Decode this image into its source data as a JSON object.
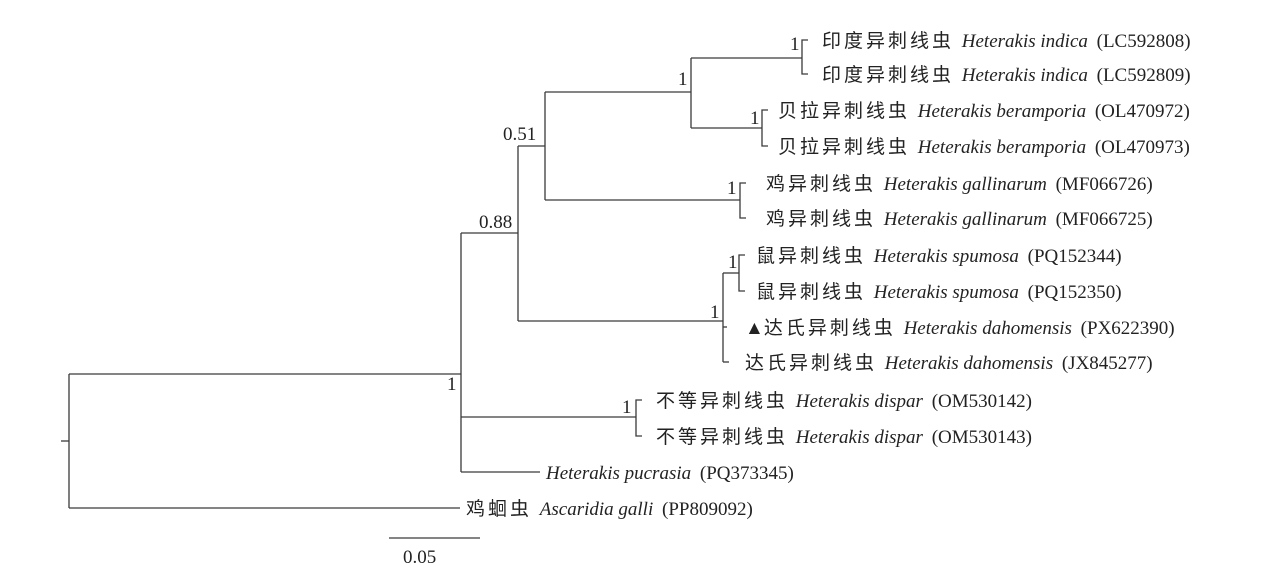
{
  "leaves": [
    {
      "marker": "",
      "cn": "印度异刺线虫",
      "latin": "Heterakis indica",
      "acc": "(LC592808)"
    },
    {
      "marker": "",
      "cn": "印度异刺线虫",
      "latin": "Heterakis indica",
      "acc": "(LC592809)"
    },
    {
      "marker": "",
      "cn": "贝拉异刺线虫",
      "latin": "Heterakis beramporia",
      "acc": "(OL470972)"
    },
    {
      "marker": "",
      "cn": "贝拉异刺线虫",
      "latin": "Heterakis beramporia",
      "acc": "(OL470973)"
    },
    {
      "marker": "",
      "cn": "鸡异刺线虫",
      "latin": "Heterakis gallinarum",
      "acc": "(MF066726)"
    },
    {
      "marker": "",
      "cn": "鸡异刺线虫",
      "latin": "Heterakis gallinarum",
      "acc": "(MF066725)"
    },
    {
      "marker": "",
      "cn": "鼠异刺线虫",
      "latin": "Heterakis spumosa",
      "acc": "(PQ152344)"
    },
    {
      "marker": "",
      "cn": "鼠异刺线虫",
      "latin": "Heterakis spumosa",
      "acc": "(PQ152350)"
    },
    {
      "marker": "▲",
      "cn": "达氏异刺线虫",
      "latin": "Heterakis dahomensis",
      "acc": "(PX622390)"
    },
    {
      "marker": "",
      "cn": "达氏异刺线虫",
      "latin": "Heterakis dahomensis",
      "acc": "(JX845277)"
    },
    {
      "marker": "",
      "cn": "不等异刺线虫",
      "latin": "Heterakis dispar",
      "acc": "(OM530142)"
    },
    {
      "marker": "",
      "cn": "不等异刺线虫",
      "latin": "Heterakis dispar",
      "acc": "(OM530143)"
    },
    {
      "marker": "",
      "cn": "",
      "latin": "Heterakis pucrasia",
      "acc": "(PQ373345)"
    },
    {
      "marker": "",
      "cn": "鸡蛔虫",
      "latin": "Ascaridia galli",
      "acc": "(PP809092)"
    }
  ],
  "support_values": {
    "indica": "1",
    "beramporia": "1",
    "indica_beramporia": "1",
    "gallinarum": "1",
    "clade_051": "0.51",
    "spumosa": "1",
    "spumosa_dahomensis": "1",
    "clade_088": "0.88",
    "dispar": "1",
    "heterakis": "1"
  },
  "scale_bar": {
    "label": "0.05",
    "value": 0.05
  }
}
